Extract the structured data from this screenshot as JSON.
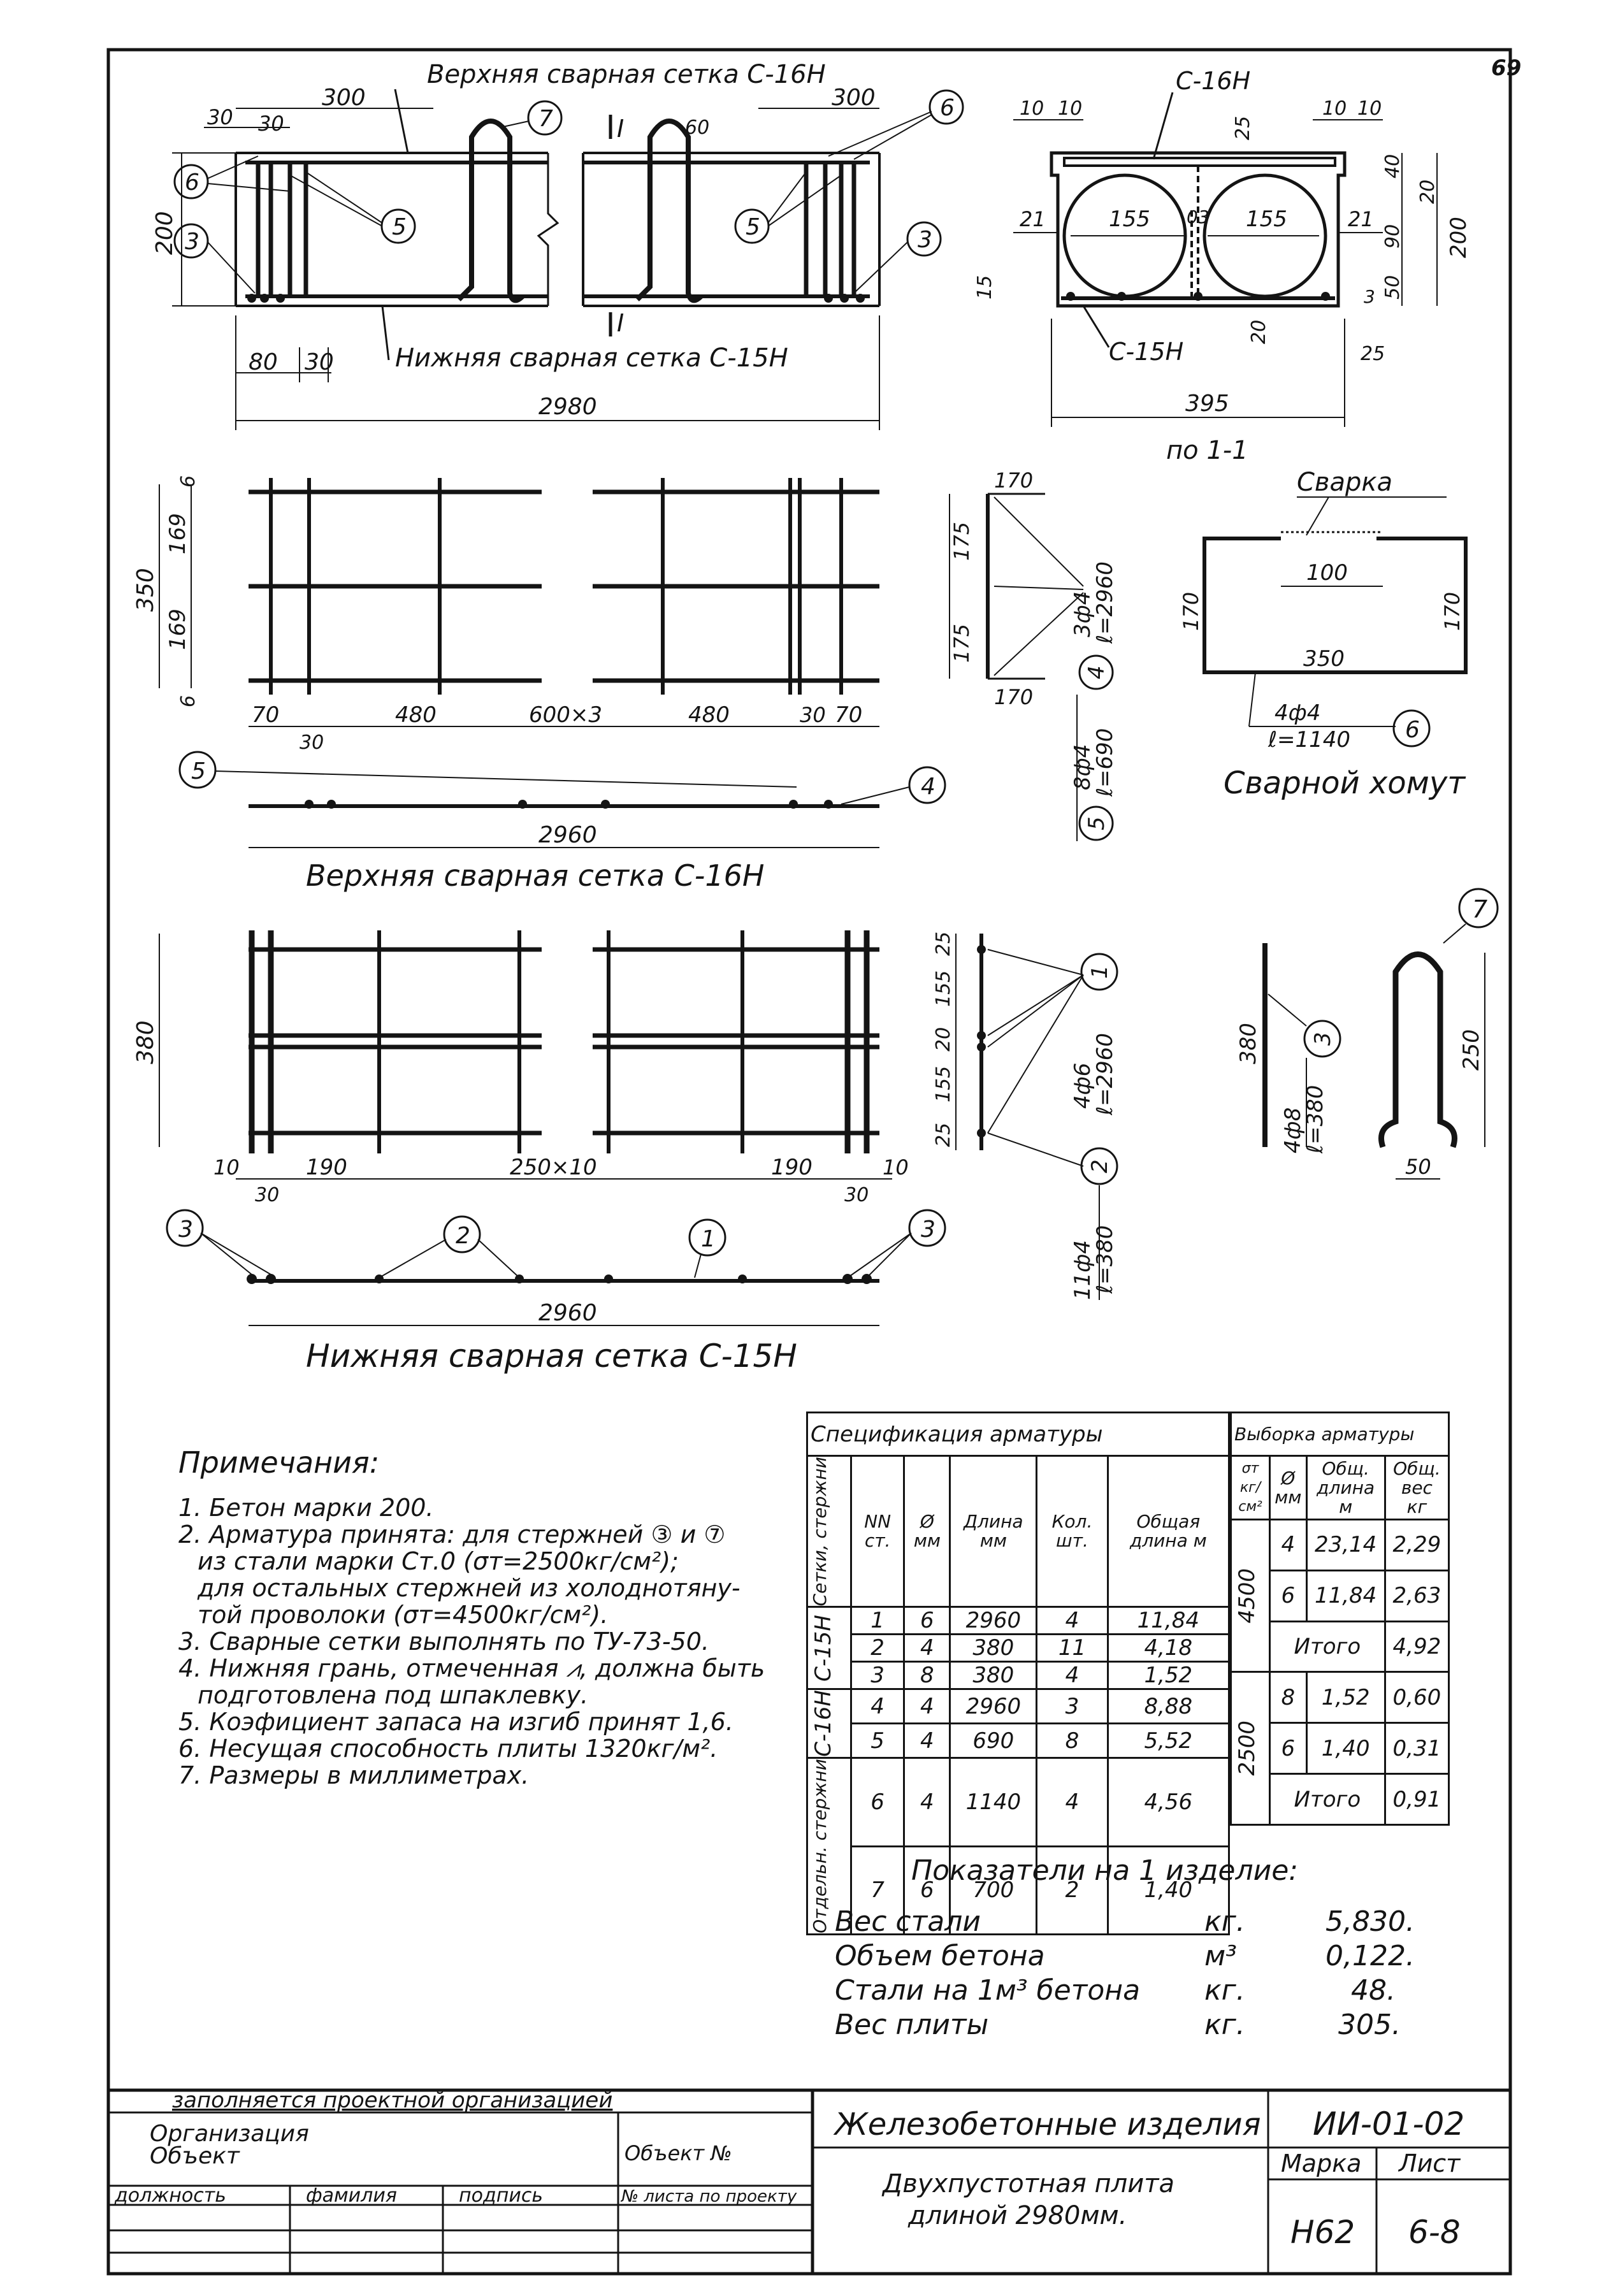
{
  "sheet_number": "69",
  "colors": {
    "ink": "#141414",
    "paper": "#ffffff"
  },
  "elevation": {
    "top_mesh_label": "Верхняя сварная сетка С-16Н",
    "bottom_mesh_label": "Нижняя сварная сетка С-15Н",
    "dims": {
      "d300a": "300",
      "d300b": "300",
      "d30a": "30",
      "d30b": "30",
      "d200": "200",
      "d80": "80",
      "d30c": "30",
      "d2980": "2980",
      "d60": "60"
    },
    "section_mark": "I",
    "callouts": {
      "c6a": "6",
      "c3a": "3",
      "c5a": "5",
      "c7": "7",
      "c5b": "5",
      "c6b": "6",
      "c3b": "3"
    }
  },
  "cross_section": {
    "top_label": "С-16Н",
    "bottom_label": "С-15Н",
    "caption": "по 1-1",
    "dims": {
      "d10a": "10",
      "d10b": "10",
      "d10c": "10",
      "d10d": "10",
      "d25a": "25",
      "d40": "40",
      "d20a": "20",
      "d90": "90",
      "d200": "200",
      "d50": "50",
      "d3": "3",
      "d21a": "21",
      "d21b": "21",
      "d155a": "155",
      "d155b": "155",
      "d03": "03",
      "d15": "15",
      "d20b": "20",
      "d25b": "25",
      "d395": "395"
    }
  },
  "top_mesh": {
    "title": "Верхняя сварная сетка С-16Н",
    "dims": {
      "d6a": "6",
      "d169a": "169",
      "d169b": "169",
      "d350": "350",
      "d6b": "6",
      "d70a": "70",
      "d480a": "480",
      "d600": "600×3",
      "d480b": "480",
      "d30a": "30",
      "d70b": "70",
      "d30b": "30",
      "d2960": "2960",
      "d170a": "170",
      "d175a": "175",
      "d175b": "175",
      "d170b": "170"
    },
    "bar4": {
      "spec": "3ф4",
      "len": "ℓ=2960",
      "num": "4"
    },
    "bar5": {
      "spec": "8ф4",
      "len": "ℓ=690",
      "num": "5"
    },
    "callouts": {
      "c5": "5",
      "c4": "4"
    }
  },
  "stirrup": {
    "label_weld": "Сварка",
    "title": "Сварной хомут",
    "dims": {
      "d100": "100",
      "d350": "350",
      "d170a": "170",
      "d170b": "170"
    },
    "spec": "4ф4",
    "len": "ℓ=1140",
    "num": "6"
  },
  "bottom_mesh": {
    "title": "Нижняя сварная сетка С-15Н",
    "dims": {
      "d380": "380",
      "d10a": "10",
      "d190a": "190",
      "d250": "250×10",
      "d190b": "190",
      "d10b": "10",
      "d30a": "30",
      "d30b": "30",
      "d2960": "2960",
      "d25a": "25",
      "d155a": "155",
      "d20": "20",
      "d155b": "155",
      "d25b": "25"
    },
    "bar1": {
      "spec": "4ф6",
      "len": "ℓ=2960",
      "num": "1"
    },
    "bar2": {
      "spec": "11ф4",
      "len": "ℓ=380",
      "num": "2"
    },
    "callouts": {
      "c3a": "3",
      "c2": "2",
      "c1": "1",
      "c3b": "3"
    }
  },
  "bar3": {
    "d380": "380",
    "spec": "4ф8",
    "len": "ℓ=380",
    "num": "3"
  },
  "bar7": {
    "d250": "250",
    "d50": "50",
    "num": "7"
  },
  "notes": {
    "heading": "Примечания:",
    "items": [
      "1. Бетон марки 200.",
      "2. Арматура принята: для стержней ③ и ⑦",
      "из стали марки Ст.0 (σт=2500кг/см²);",
      "для остальных стержней из холоднотяну-",
      "той проволоки (σт=4500кг/см²).",
      "3. Сварные сетки выполнять по ТУ-73-50.",
      "4. Нижняя грань, отмеченная ⩘, должна быть",
      "подготовлена под шпаклевку.",
      "5. Коэфициент запаса на изгиб принят 1,6.",
      "6. Несущая способность плиты 1320кг/м².",
      "7. Размеры в миллиметрах."
    ]
  },
  "spec_table": {
    "title": "Спецификация арматуры",
    "columns": [
      "Сетки, стержни",
      "NN ст.",
      "Ø мм",
      "Длина мм",
      "Кол. шт.",
      "Общая длина м"
    ],
    "groups": [
      "С-15Н",
      "С-16Н",
      "Отдельн. стержни"
    ],
    "rows": [
      [
        "1",
        "6",
        "2960",
        "4",
        "11,84"
      ],
      [
        "2",
        "4",
        "380",
        "11",
        "4,18"
      ],
      [
        "3",
        "8",
        "380",
        "4",
        "1,52"
      ],
      [
        "4",
        "4",
        "2960",
        "3",
        "8,88"
      ],
      [
        "5",
        "4",
        "690",
        "8",
        "5,52"
      ],
      [
        "6",
        "4",
        "1140",
        "4",
        "4,56"
      ],
      [
        "7",
        "6",
        "700",
        "2",
        "1,40"
      ]
    ]
  },
  "sel_table": {
    "title": "Выборка арматуры",
    "columns": [
      "σт кг/см²",
      "Ø мм",
      "Общ. длина м",
      "Общ. вес кг"
    ],
    "groups": [
      "4500",
      "2500"
    ],
    "rows": [
      [
        "4",
        "23,14",
        "2,29"
      ],
      [
        "6",
        "11,84",
        "2,63"
      ],
      [
        "Итого",
        "",
        "4,92"
      ],
      [
        "8",
        "1,52",
        "0,60"
      ],
      [
        "6",
        "1,40",
        "0,31"
      ],
      [
        "Итого",
        "",
        "0,91"
      ]
    ]
  },
  "indicators": {
    "title": "Показатели на 1 изделие:",
    "rows": [
      {
        "label": "Вес стали",
        "unit": "кг.",
        "value": "5,830."
      },
      {
        "label": "Объем бетона",
        "unit": "м³",
        "value": "0,122."
      },
      {
        "label": "Стали на 1м³ бетона",
        "unit": "кг.",
        "value": "48."
      },
      {
        "label": "Вес плиты",
        "unit": "кг.",
        "value": "305."
      }
    ]
  },
  "title_block": {
    "filled_by": "заполняется проектной организацией",
    "org": "Организация",
    "object": "Объект",
    "object_no": "Объект №",
    "position": "должность",
    "surname": "фамилия",
    "signature": "подпись",
    "sheet_no_project": "№ листа по проекту",
    "product_group": "Железобетонные изделия",
    "series": "ИИ-01-02",
    "description_1": "Двухпустотная плита",
    "description_2": "длиной 2980мм.",
    "mark_label": "Марка",
    "sheet_label": "Лист",
    "mark": "Н62",
    "sheet": "6-8"
  }
}
